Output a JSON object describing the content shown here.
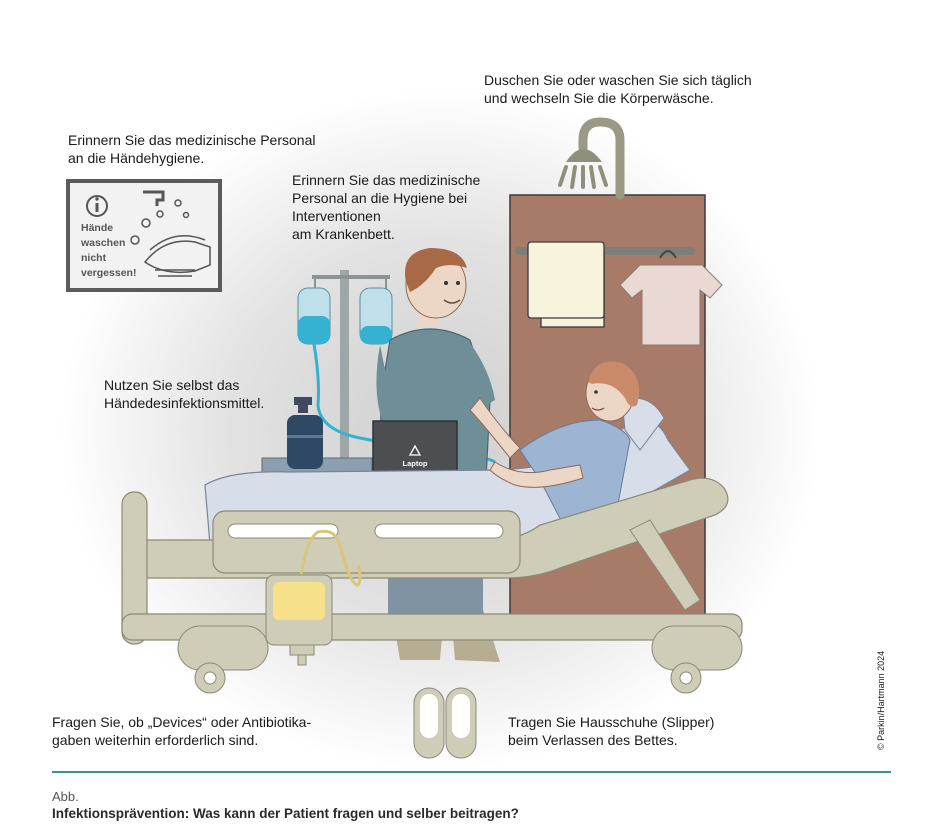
{
  "captions": {
    "shower": "Duschen Sie oder waschen Sie sich täglich\nund wechseln Sie die Körperwäsche.",
    "hand_hygiene": "Erinnern Sie das medizinische Personal\nan die Händehygiene.",
    "bedside_hygiene": "Erinnern Sie das medizinische\nPersonal an die Hygiene bei\nInterventionen\nam Krankenbett.",
    "disinfectant": "Nutzen Sie selbst das\nHändedesinfektionsmittel.",
    "devices": "Fragen Sie, ob „Devices“ oder Antibiotika-\ngaben weiterhin erforderlich sind.",
    "slippers": "Tragen Sie Hausschuhe (Slipper)\nbeim Verlassen des Bettes."
  },
  "sign": {
    "text": "Hände\nwaschen\nnicht\nvergessen!",
    "icon": "info-icon"
  },
  "laptop_label": "Laptop",
  "credit": "© Parkin/Hartmann 2024",
  "footer": {
    "label": "Abb.",
    "title": "Infektionsprävention: Was kann der Patient fragen und selber beitragen?"
  },
  "colors": {
    "accent_rule": "#3d8f92",
    "bed_frame": "#cfcdb8",
    "wardrobe": "#a77b68",
    "shirt_blue": "#6f8f98",
    "infusion_blue": "#35b1d2",
    "urine_yellow": "#f6e08a",
    "background_glow": "#e9e9e9"
  }
}
